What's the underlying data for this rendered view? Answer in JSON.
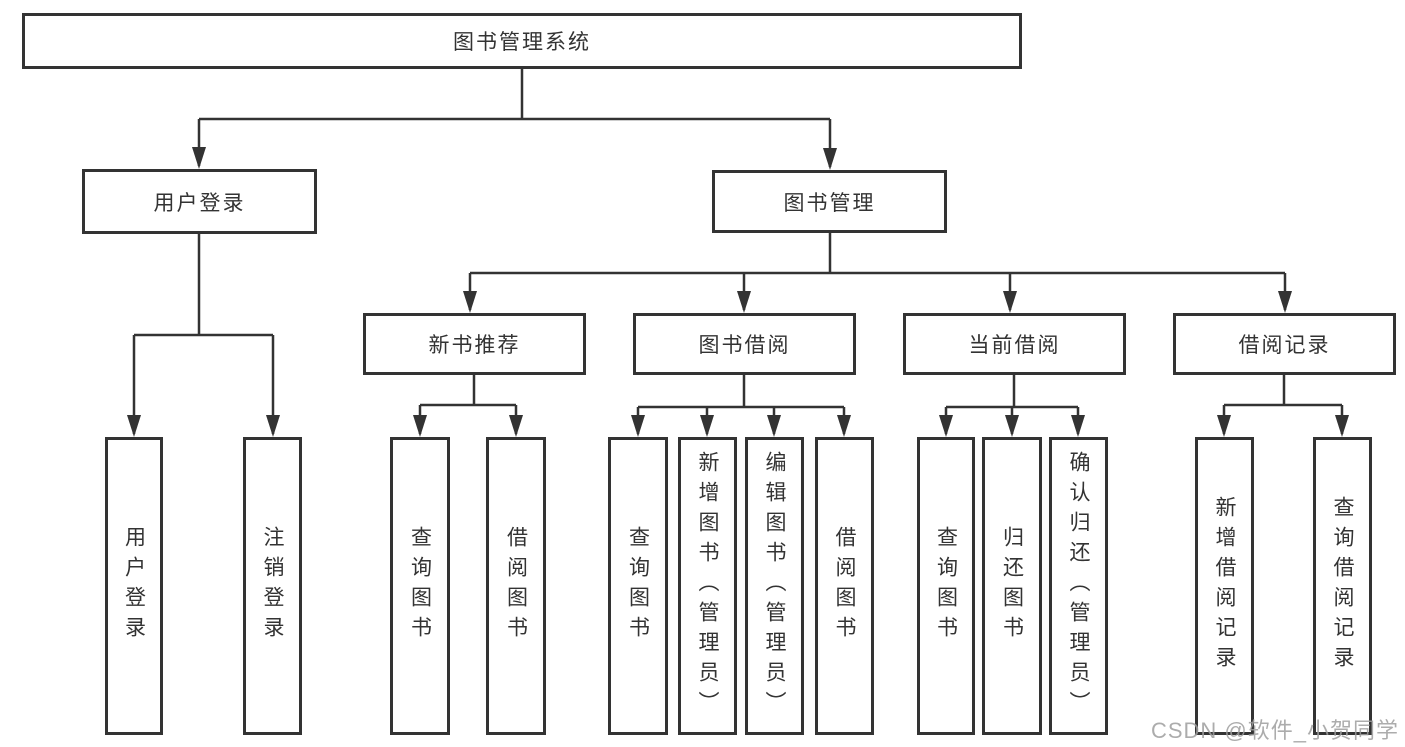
{
  "tree": {
    "root": {
      "label": "图书管理系统"
    },
    "user_login": {
      "label": "用户登录",
      "children": [
        "用户登录",
        "注销登录"
      ]
    },
    "book_mgmt": {
      "label": "图书管理"
    },
    "new_book_rec": {
      "label": "新书推荐",
      "children": [
        "查询图书",
        "借阅图书"
      ]
    },
    "book_borrow": {
      "label": "图书借阅",
      "children": [
        "查询图书",
        "新增图书（管理员）",
        "编辑图书（管理员）",
        "借阅图书"
      ]
    },
    "current_borrow": {
      "label": "当前借阅",
      "children": [
        "查询图书",
        "归还图书",
        "确认归还（管理员）"
      ]
    },
    "borrow_record": {
      "label": "借阅记录",
      "children": [
        "新增借阅记录",
        "查询借阅记录"
      ]
    }
  },
  "colors": {
    "line": "#333333",
    "text": "#333333",
    "watermark": "#9e9e9e"
  },
  "watermark": "CSDN @软件_小贺同学"
}
